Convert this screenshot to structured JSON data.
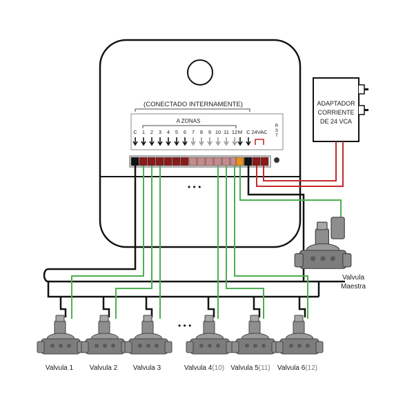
{
  "controller": {
    "internal_label": "(CONECTADO INTERNAMENTE)",
    "zones_label": "A ZONAS",
    "rst_label": "R S T",
    "ellipsis": "• • •",
    "terminals": [
      "C",
      "1",
      "2",
      "3",
      "4",
      "5",
      "6",
      "7",
      "8",
      "9",
      "10",
      "11",
      "12",
      "M",
      "C",
      "24VAC"
    ]
  },
  "adapter": {
    "lines": [
      "ADAPTADOR",
      "CORRIENTE",
      "DE 24 VCA"
    ]
  },
  "master_valve": {
    "lines": [
      "Valvula",
      "Maestra"
    ]
  },
  "valves": [
    {
      "name": "Valvula 1",
      "extra": ""
    },
    {
      "name": "Valvula 2",
      "extra": ""
    },
    {
      "name": "Valvula 3",
      "extra": ""
    },
    {
      "name": "Valvula 4",
      "extra": "(10)"
    },
    {
      "name": "Valvula 5",
      "extra": "(11)"
    },
    {
      "name": "Valvula 6",
      "extra": "(12)"
    }
  ],
  "valves_ellipsis": "• • •",
  "colors": {
    "common_wire": "#111111",
    "zone_wire": "#4caf50",
    "power_wire": "#c62828",
    "dark_red": "#8b1a1a",
    "light_red": "#c78a8a",
    "master_terminal": "#e89020"
  }
}
